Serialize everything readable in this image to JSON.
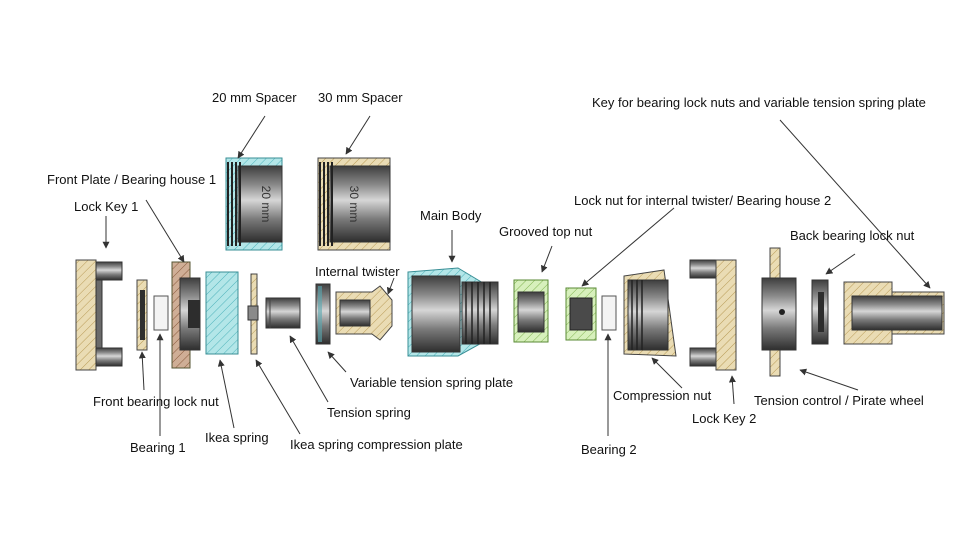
{
  "labels": {
    "spacer_20": "20 mm Spacer",
    "spacer_30": "30 mm Spacer",
    "key": "Key for bearing lock nuts and variable tension spring plate",
    "front_plate": "Front Plate / Bearing house 1",
    "lock_key_1": "Lock Key 1",
    "lock_nut_internal": "Lock nut for internal twister/ Bearing house 2",
    "main_body": "Main Body",
    "grooved_top_nut": "Grooved top nut",
    "back_bearing_lock_nut": "Back bearing lock nut",
    "internal_twister": "Internal twister",
    "variable_tension_plate": "Variable tension spring plate",
    "front_bearing_lock_nut": "Front bearing lock nut",
    "tension_spring": "Tension spring",
    "compression_nut": "Compression nut",
    "tension_control": "Tension control / Pirate wheel",
    "bearing_1": "Bearing 1",
    "ikea_spring": "Ikea spring",
    "lock_key_2": "Lock Key 2",
    "ikea_compression_plate": "Ikea spring compression plate",
    "bearing_2": "Bearing 2"
  },
  "engraving": {
    "spacer_20": "20 mm",
    "spacer_30": "30 mm"
  },
  "colors": {
    "steel_dark": "#4a4a4a",
    "steel_mid": "#7d7d7d",
    "steel_light": "#c4c4c4",
    "hatch_tan": "#e9d9ae",
    "hatch_cyan": "#aee3e6",
    "hatch_brown": "#c9a48a",
    "hatch_green": "#d3efb4"
  }
}
